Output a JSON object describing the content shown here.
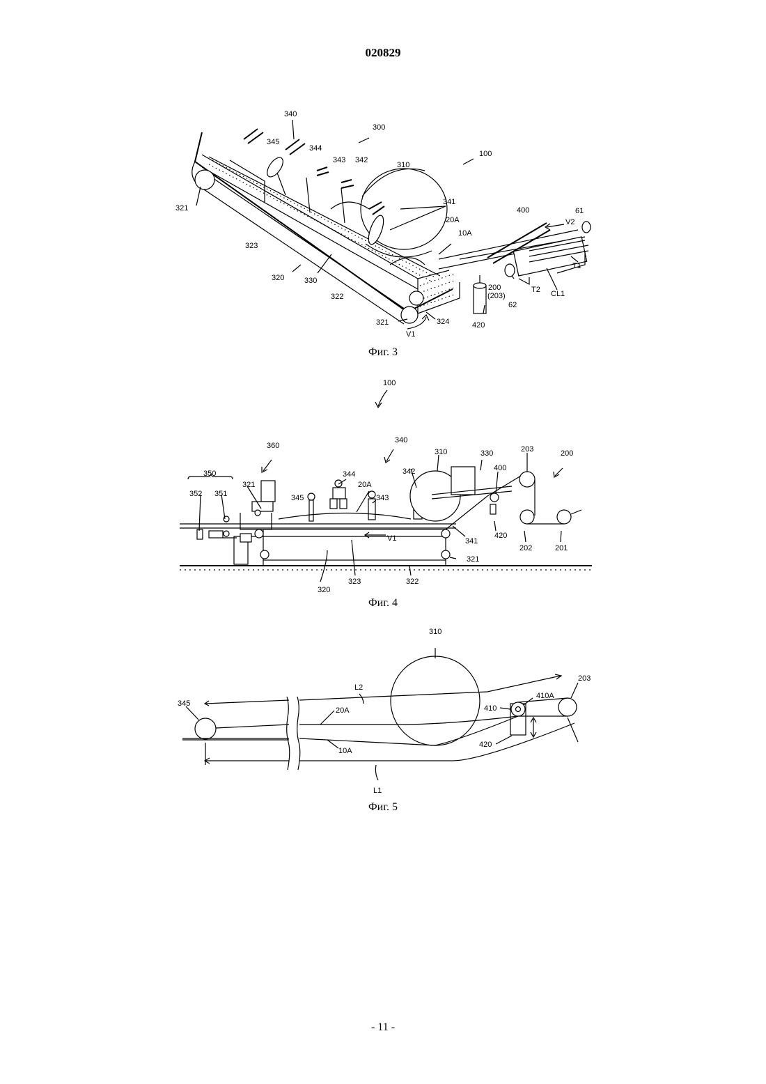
{
  "header": {
    "doc_number": "020829"
  },
  "figures": [
    {
      "caption": "Фиг. 3",
      "labels": {
        "l340": "340",
        "l300": "300",
        "l100": "100",
        "l345": "345",
        "l344": "344",
        "l343": "343",
        "l342": "342",
        "l310": "310",
        "l341": "341",
        "l20A": "20A",
        "l10A": "10A",
        "l400": "400",
        "l61": "61",
        "lV2": "V2",
        "lT1": "T1",
        "l321a": "321",
        "l323": "323",
        "l320": "320",
        "l330": "330",
        "l322": "322",
        "l321b": "321",
        "l324": "324",
        "lV1": "V1",
        "l200": "200",
        "l203": "(203)",
        "l62": "62",
        "lT2": "T2",
        "lCL1": "CL1",
        "l420": "420"
      }
    },
    {
      "caption": "Фиг. 4",
      "labels": {
        "l100": "100",
        "l360": "360",
        "l340": "340",
        "l350": "350",
        "l352": "352",
        "l351": "351",
        "l321a": "321",
        "l344": "344",
        "l345": "345",
        "l20A": "20A",
        "l343": "343",
        "l342": "342",
        "l310": "310",
        "l330": "330",
        "l400": "400",
        "l203": "203",
        "l200": "200",
        "lV1": "V1",
        "l341": "341",
        "l420": "420",
        "l202": "202",
        "l201": "201",
        "l321b": "321",
        "l320": "320",
        "l323": "323",
        "l322": "322"
      }
    },
    {
      "caption": "Фиг. 5",
      "labels": {
        "l310": "310",
        "lL2": "L2",
        "l203": "203",
        "l345": "345",
        "l20A": "20A",
        "l410": "410",
        "l410A": "410A",
        "l420": "420",
        "l10A": "10A",
        "lL1": "L1"
      }
    }
  ],
  "footer": {
    "page_number": "- 11 -"
  }
}
